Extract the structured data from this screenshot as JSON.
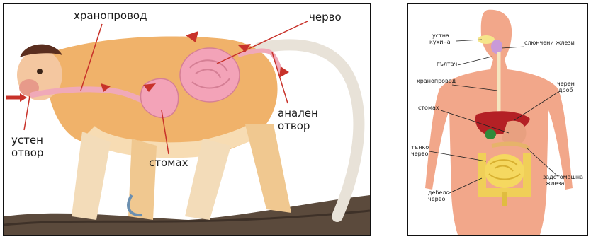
{
  "left_diagram": {
    "labels": {
      "esophagus": "хранопровод",
      "intestine": "черво",
      "mouth_line1": "устен",
      "mouth_line2": "отвор",
      "anus_line1": "анален",
      "anus_line2": "отвор",
      "stomach": "стомах"
    }
  },
  "right_diagram": {
    "labels": {
      "oral_cavity_line1": "устна",
      "oral_cavity_line2": "кухина",
      "salivary_glands": "слюнчени жлези",
      "pharynx": "гълтач",
      "esophagus": "хранопровод",
      "liver_line1": "черен",
      "liver_line2": "дроб",
      "stomach": "стомах",
      "small_intestine_line1": "тънко",
      "small_intestine_line2": "черво",
      "pancreas_line1": "задстомашна",
      "pancreas_line2": "жлеза",
      "large_intestine_line1": "дебело",
      "large_intestine_line2": "черво"
    }
  }
}
